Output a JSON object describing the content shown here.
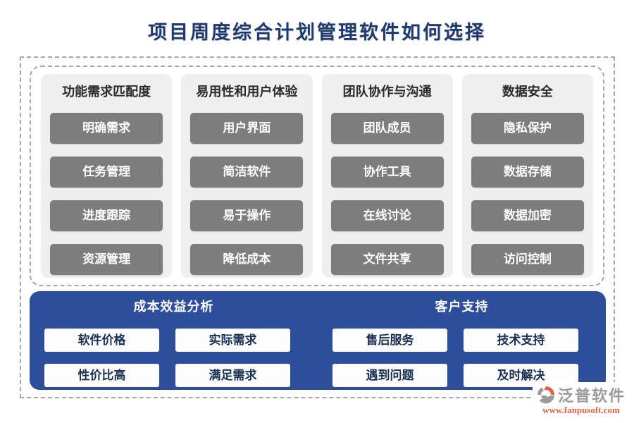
{
  "page": {
    "title": "项目周度综合计划管理软件如何选择"
  },
  "columns": [
    {
      "header": "功能需求匹配度",
      "items": [
        "明确需求",
        "任务管理",
        "进度跟踪",
        "资源管理"
      ]
    },
    {
      "header": "易用性和用户体验",
      "items": [
        "用户界面",
        "简洁软件",
        "易于操作",
        "降低成本"
      ]
    },
    {
      "header": "团队协作与沟通",
      "items": [
        "团队成员",
        "协作工具",
        "在线讨论",
        "文件共享"
      ]
    },
    {
      "header": "数据安全",
      "items": [
        "隐私保护",
        "数据存储",
        "数据加密",
        "访问控制"
      ]
    }
  ],
  "bottom_groups": [
    {
      "header": "成本效益分析",
      "items": [
        "软件价格",
        "实际需求",
        "性价比高",
        "满足需求"
      ]
    },
    {
      "header": "客户支持",
      "items": [
        "售后服务",
        "技术支持",
        "遇到问题",
        "及时解决"
      ]
    }
  ],
  "footer": {
    "brand": "泛普软件",
    "website": "www.fanpusoft.com",
    "logo_icon": "fanpu-logo-icon"
  },
  "colors": {
    "title_navy": "#1e3a6d",
    "panel_blue": "#2d4e9b",
    "chip_gray": "#7d7d7d",
    "column_bg": "#efefef",
    "dash_border": "#a6a6a6",
    "brand_gray": "#9a9a9a",
    "brand_orange": "#e2614b"
  }
}
